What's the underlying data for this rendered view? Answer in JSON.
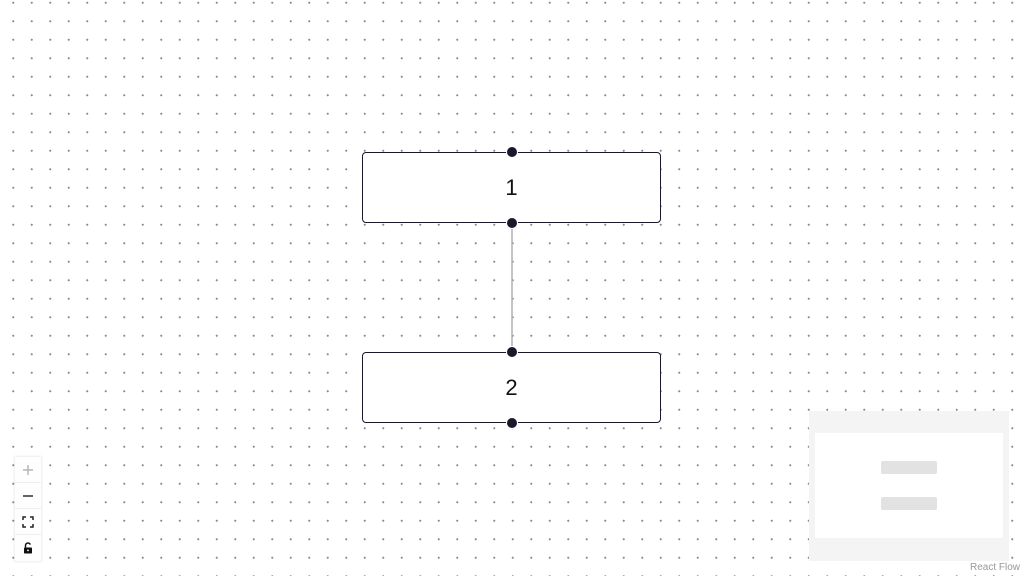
{
  "nodes": [
    {
      "id": "1",
      "label": "1"
    },
    {
      "id": "2",
      "label": "2"
    }
  ],
  "edges": [
    {
      "source": "1",
      "target": "2"
    }
  ],
  "controls": {
    "zoom_in_icon": "plus-icon",
    "zoom_out_icon": "minus-icon",
    "fit_view_icon": "fit-view-icon",
    "lock_icon": "lock-icon"
  },
  "colors": {
    "node_border": "#1a192b",
    "handle": "#1a192b",
    "edge": "#b1b1b7",
    "minimap_bg": "#f4f4f4",
    "minimap_node": "#e2e2e2"
  },
  "attribution": {
    "text": "React Flow"
  }
}
